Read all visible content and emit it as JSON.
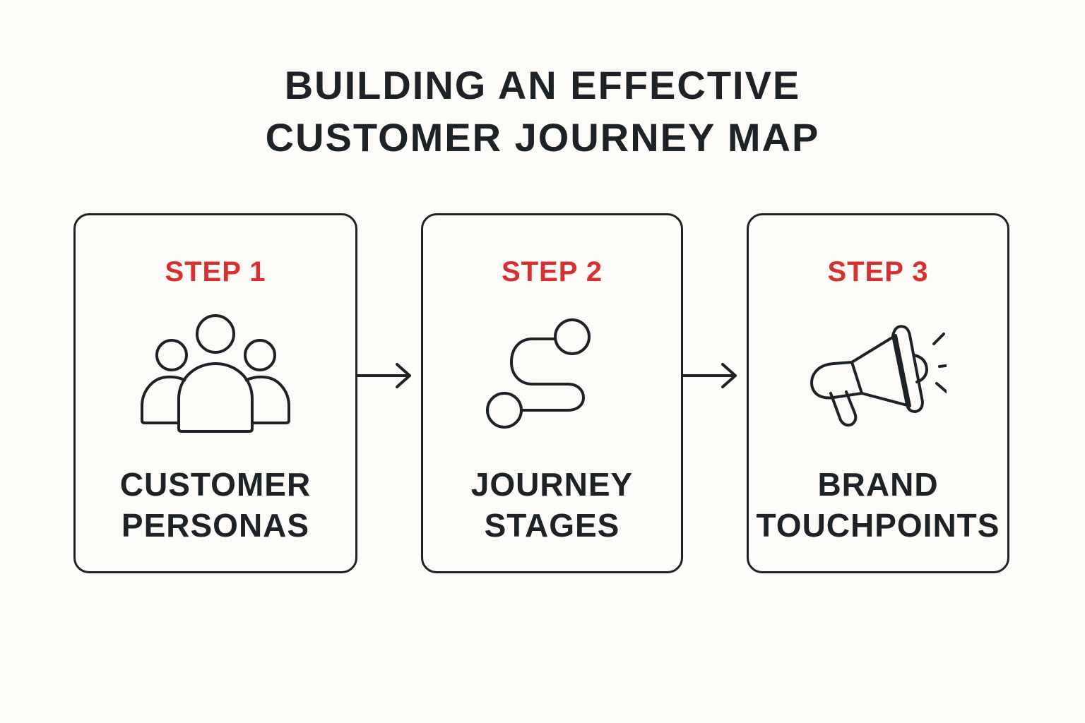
{
  "title": {
    "line1": "BUILDING AN EFFECTIVE",
    "line2": "CUSTOMER JOURNEY MAP"
  },
  "colors": {
    "accent": "#d63031",
    "ink": "#1c2226",
    "background": "#fcfbf7"
  },
  "steps": [
    {
      "step_label": "STEP 1",
      "icon": "users-group-icon",
      "label_line1": "CUSTOMER",
      "label_line2": "PERSONAS"
    },
    {
      "step_label": "STEP 2",
      "icon": "route-path-icon",
      "label_line1": "JOURNEY",
      "label_line2": "STAGES"
    },
    {
      "step_label": "STEP 3",
      "icon": "megaphone-icon",
      "label_line1": "BRAND",
      "label_line2": "TOUCHPOINTS"
    }
  ],
  "connectors": [
    {
      "from": "STEP 1",
      "to": "STEP 2",
      "icon": "arrow-right-icon"
    },
    {
      "from": "STEP 2",
      "to": "STEP 3",
      "icon": "arrow-right-icon"
    }
  ]
}
